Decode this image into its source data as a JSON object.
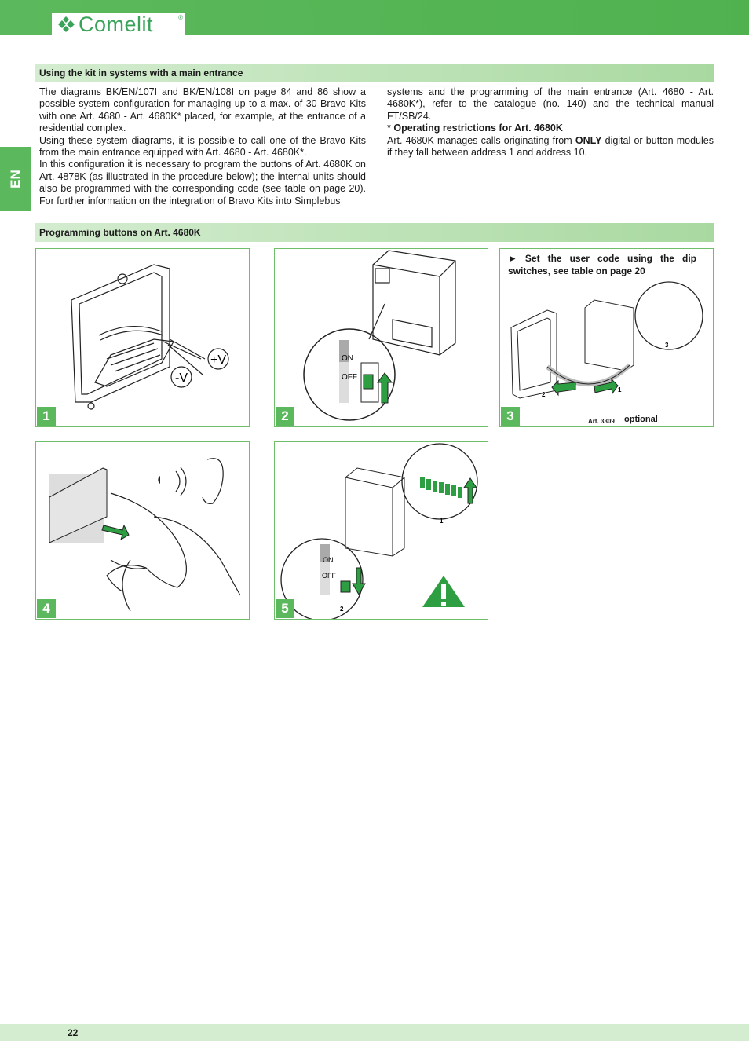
{
  "brand": {
    "logo_text": "Comelit",
    "registered": "®"
  },
  "language_tab": "EN",
  "sections": {
    "main_entrance_title": "Using the kit in systems with a main entrance",
    "programming_title": "Programming buttons on Art. 4680K"
  },
  "left_column": {
    "p1": "The diagrams BK/EN/107I and BK/EN/108I on page 84 and 86 show a possible system configuration for managing up to a max. of 30 Bravo Kits with one Art. 4680 - Art. 4680K* placed, for example, at the entrance of a residential complex.",
    "p2": "Using these system diagrams, it is possible to call one of the Bravo Kits from the main entrance equipped with Art. 4680 - Art. 4680K*.",
    "p3": "In this configuration it is necessary to program the buttons of Art. 4680K on Art. 4878K (as illustrated in the procedure below); the internal units should also be programmed with the corresponding code (see table on page 20). For further information on the integration of Bravo Kits into Simplebus"
  },
  "right_column": {
    "p1": "systems and the programming of the main entrance (Art. 4680 - Art. 4680K*), refer to the catalogue (no. 140) and the technical manual FT/SB/24.",
    "restriction_prefix": "* ",
    "restriction_title": "Operating restrictions for Art. 4680K",
    "restriction_a": "Art. 4680K manages calls originating from ",
    "restriction_only": "ONLY",
    "restriction_b": " digital or button modules if they fall between address 1 and address 10."
  },
  "steps": [
    {
      "number": "1",
      "labels": {
        "plus_v": "+V",
        "minus_v": "-V"
      }
    },
    {
      "number": "2",
      "labels": {
        "on": "ON",
        "off": "OFF"
      }
    },
    {
      "number": "3",
      "instruction": "► Set the user code using the dip switches, see table on page 20",
      "labels": {
        "n1": "1",
        "n2": "2",
        "n3": "3",
        "art": "Art. 3309",
        "optional": "optional"
      }
    },
    {
      "number": "4"
    },
    {
      "number": "5",
      "labels": {
        "on": "ON",
        "off": "OFF",
        "n1": "1",
        "n2": "2"
      }
    }
  ],
  "footer": {
    "page_number": "22"
  },
  "colors": {
    "brand_green": "#5cb85c",
    "accent_green": "#3aa35a",
    "bar_light": "#d4ecd0"
  }
}
